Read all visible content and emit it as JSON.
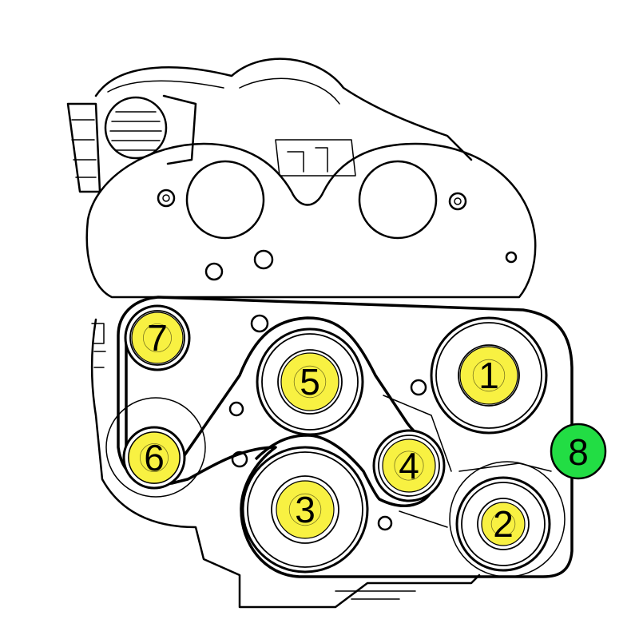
{
  "diagram": {
    "pulleys": [
      {
        "id": "pulley-1",
        "label": "1"
      },
      {
        "id": "pulley-2",
        "label": "2"
      },
      {
        "id": "pulley-3",
        "label": "3"
      },
      {
        "id": "pulley-4",
        "label": "4"
      },
      {
        "id": "pulley-5",
        "label": "5"
      },
      {
        "id": "pulley-6",
        "label": "6"
      },
      {
        "id": "pulley-7",
        "label": "7"
      }
    ],
    "belt_marker": {
      "label": "8"
    },
    "colors": {
      "pulley_highlight": "#f7f032",
      "belt_marker": "#22dd44",
      "line": "#000000",
      "background": "#ffffff"
    }
  }
}
